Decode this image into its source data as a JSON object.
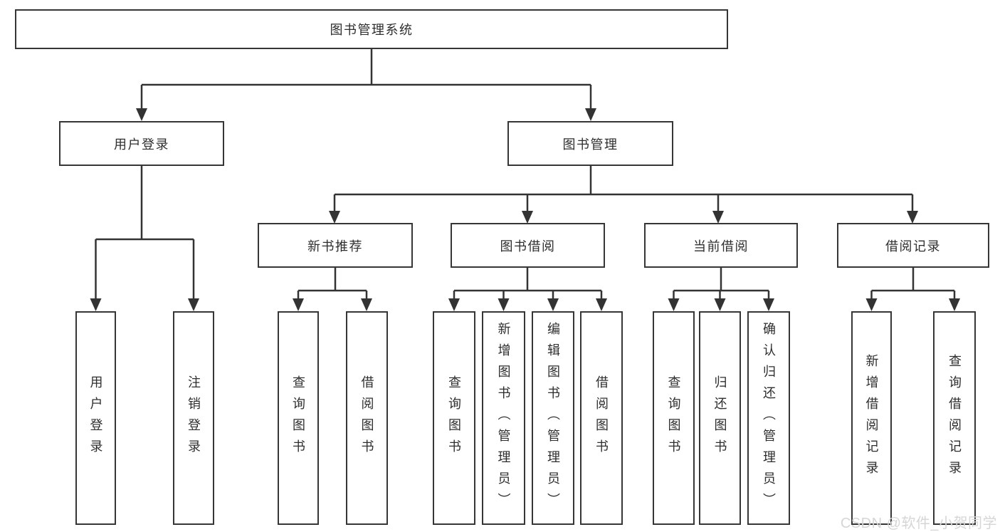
{
  "root": {
    "label": "图书管理系统"
  },
  "branches": {
    "user_login": {
      "label": "用户登录",
      "children": {
        "login": {
          "label": "用户登录"
        },
        "logout": {
          "label": "注销登录"
        }
      }
    },
    "book_mgmt": {
      "label": "图书管理",
      "children": {
        "new_book": {
          "label": "新书推荐",
          "children": {
            "query": {
              "label": "查询图书"
            },
            "borrow": {
              "label": "借阅图书"
            }
          }
        },
        "book_borrow": {
          "label": "图书借阅",
          "children": {
            "query": {
              "label": "查询图书"
            },
            "add": {
              "label": "新增图书（管理员）"
            },
            "edit": {
              "label": "编辑图书（管理员）"
            },
            "borrow": {
              "label": "借阅图书"
            }
          }
        },
        "current_borrow": {
          "label": "当前借阅",
          "children": {
            "query": {
              "label": "查询图书"
            },
            "return": {
              "label": "归还图书"
            },
            "confirm": {
              "label": "确认归还（管理员）"
            }
          }
        },
        "borrow_records": {
          "label": "借阅记录",
          "children": {
            "add": {
              "label": "新增借阅记录"
            },
            "query": {
              "label": "查询借阅记录"
            }
          }
        }
      }
    }
  },
  "watermark": {
    "text": "CSDN @软件_小贺同学"
  },
  "colors": {
    "line": "#333333",
    "box_border": "#363636",
    "box_fill": "#ffffff",
    "text": "#2e2e2e",
    "watermark": "#d6d6d6"
  }
}
